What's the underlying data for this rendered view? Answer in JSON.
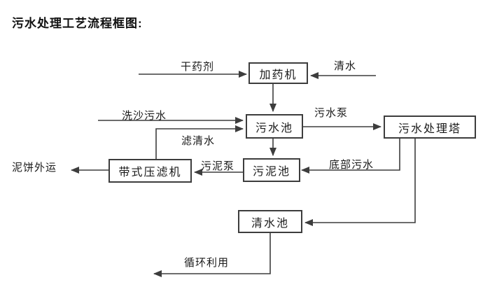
{
  "page": {
    "title": "污水处理工艺流程框图:"
  },
  "diagram": {
    "nodes": {
      "dosing_machine": {
        "label": "加药机"
      },
      "sewage_pool": {
        "label": "污水池"
      },
      "treatment_tower": {
        "label": "污水处理塔"
      },
      "belt_filter_press": {
        "label": "带式压滤机"
      },
      "sludge_pool": {
        "label": "污泥池"
      },
      "clean_water_pool": {
        "label": "清水池"
      }
    },
    "flow_labels": {
      "dry_agent": "干药剂",
      "clean_water": "清水",
      "sand_washing_sewage": "洗沙污水",
      "sewage_pump": "污水泵",
      "filtered_water": "滤清水",
      "sludge_pump": "污泥泵",
      "bottom_sewage": "底部污水",
      "mud_cake_out": "泥饼外运",
      "recycle": "循环利用"
    },
    "colors": {
      "line": "#3d3d3d",
      "text": "#1a1a1a",
      "background": "#ffffff"
    }
  }
}
